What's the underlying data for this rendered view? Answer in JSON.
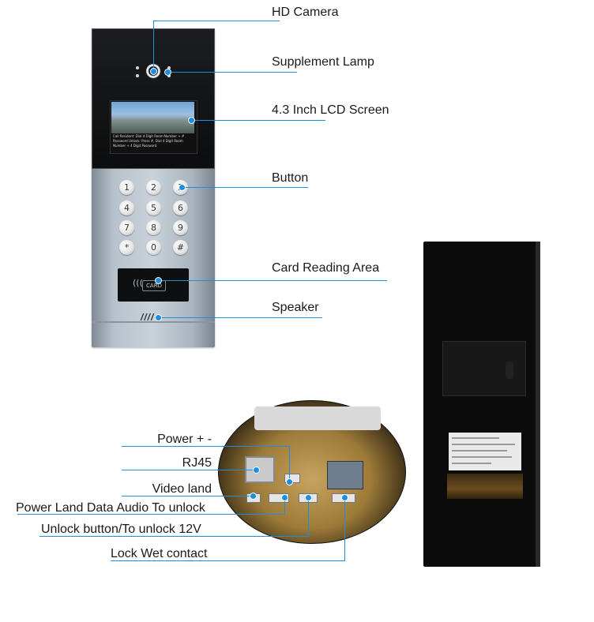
{
  "callouts": {
    "hd_camera": "HD Camera",
    "supplement_lamp": "Supplement Lamp",
    "lcd_screen": "4.3 Inch LCD Screen",
    "button": "Button",
    "card_reading_area": "Card Reading Area",
    "speaker": "Speaker"
  },
  "wiring": {
    "power": "Power + -",
    "rj45": "RJ45",
    "video_land": "Video land",
    "power_land": "Power Land Data Audio To unlock",
    "unlock_button": "Unlock button/To unlock 12V",
    "lock_wet": "Lock Wet contact"
  },
  "device": {
    "lcd_lines": [
      "Call Resident: Dial 4 Digit Room Number + #",
      "Password Unlock: Press #, Dial 4 Digit Room Number + 4 Digit Password."
    ],
    "keys": [
      "1",
      "2",
      "3",
      "4",
      "5",
      "6",
      "7",
      "8",
      "9",
      "*",
      "0",
      "#"
    ],
    "card_badge": "CARD",
    "rfid_symbol": "((( ",
    "speaker_slots": "////"
  },
  "colors": {
    "leader_line": "#1e8fe0",
    "panel_metal": "#c9d2da",
    "panel_black": "#0c0d0f"
  }
}
